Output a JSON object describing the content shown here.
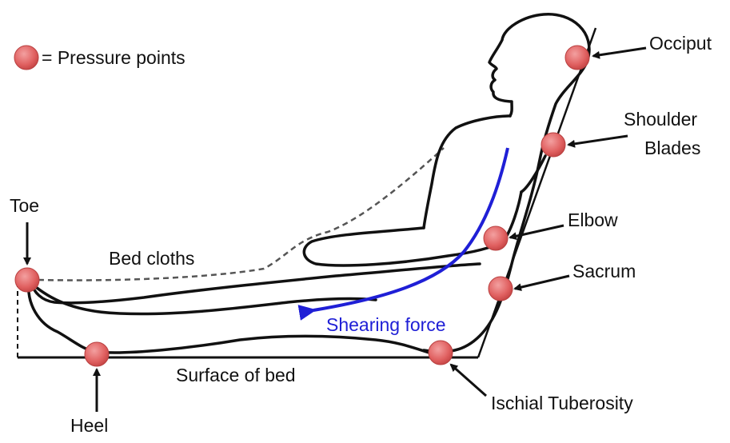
{
  "legend": {
    "text": "= Pressure points",
    "marker_color": "#e06060"
  },
  "labels": {
    "occiput": "Occiput",
    "shoulder_line1": "Shoulder",
    "shoulder_line2": "Blades",
    "elbow": "Elbow",
    "sacrum": "Sacrum",
    "ischial": "Ischial Tuberosity",
    "heel": "Heel",
    "toe": "Toe",
    "bed_cloths": "Bed cloths",
    "surface": "Surface of bed",
    "shearing": "Shearing force"
  },
  "colors": {
    "outline": "#111111",
    "pressure_point": "#e06060",
    "shear_arrow": "#1f1fd6"
  }
}
